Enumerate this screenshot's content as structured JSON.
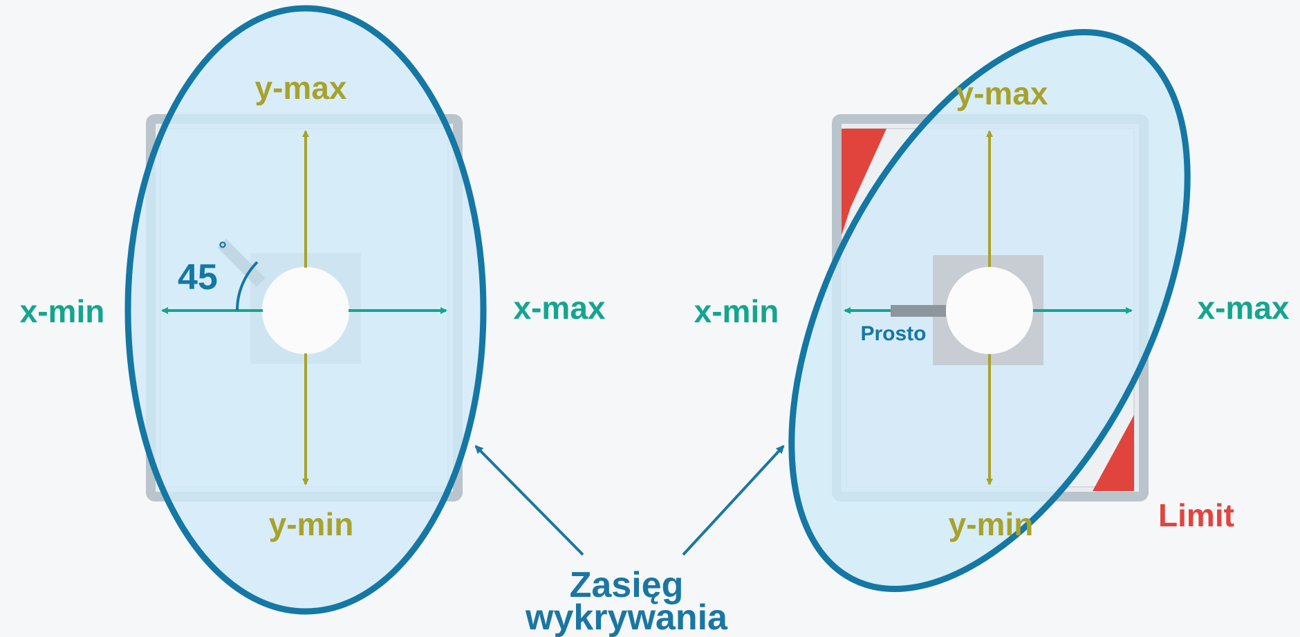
{
  "colors": {
    "background": "#f6f7f8",
    "range_outline": "#1477a4",
    "range_fill": "#cfeaf8",
    "x_axis": "#14a58f",
    "y_axis": "#a8a22c",
    "limit_red": "#e0443d",
    "callout_blue": "#1a76a2",
    "room_frame": "#b9c4cc",
    "sensor_body": "#c7cdd3"
  },
  "left_diagram": {
    "angle_label": "45",
    "degree_sign": "°",
    "y_max": "y-max",
    "y_min": "y-min",
    "x_min": "x-min",
    "x_max": "x-max"
  },
  "right_diagram": {
    "y_max": "y-max",
    "y_min": "y-min",
    "x_min": "x-min",
    "x_max": "x-max",
    "orientation_label": "Prosto",
    "limit_label": "Limit"
  },
  "callout": {
    "line1": "Zasięg",
    "line2": "wykrywania"
  },
  "icons": [
    "sensor-icon",
    "arrow-icon"
  ]
}
